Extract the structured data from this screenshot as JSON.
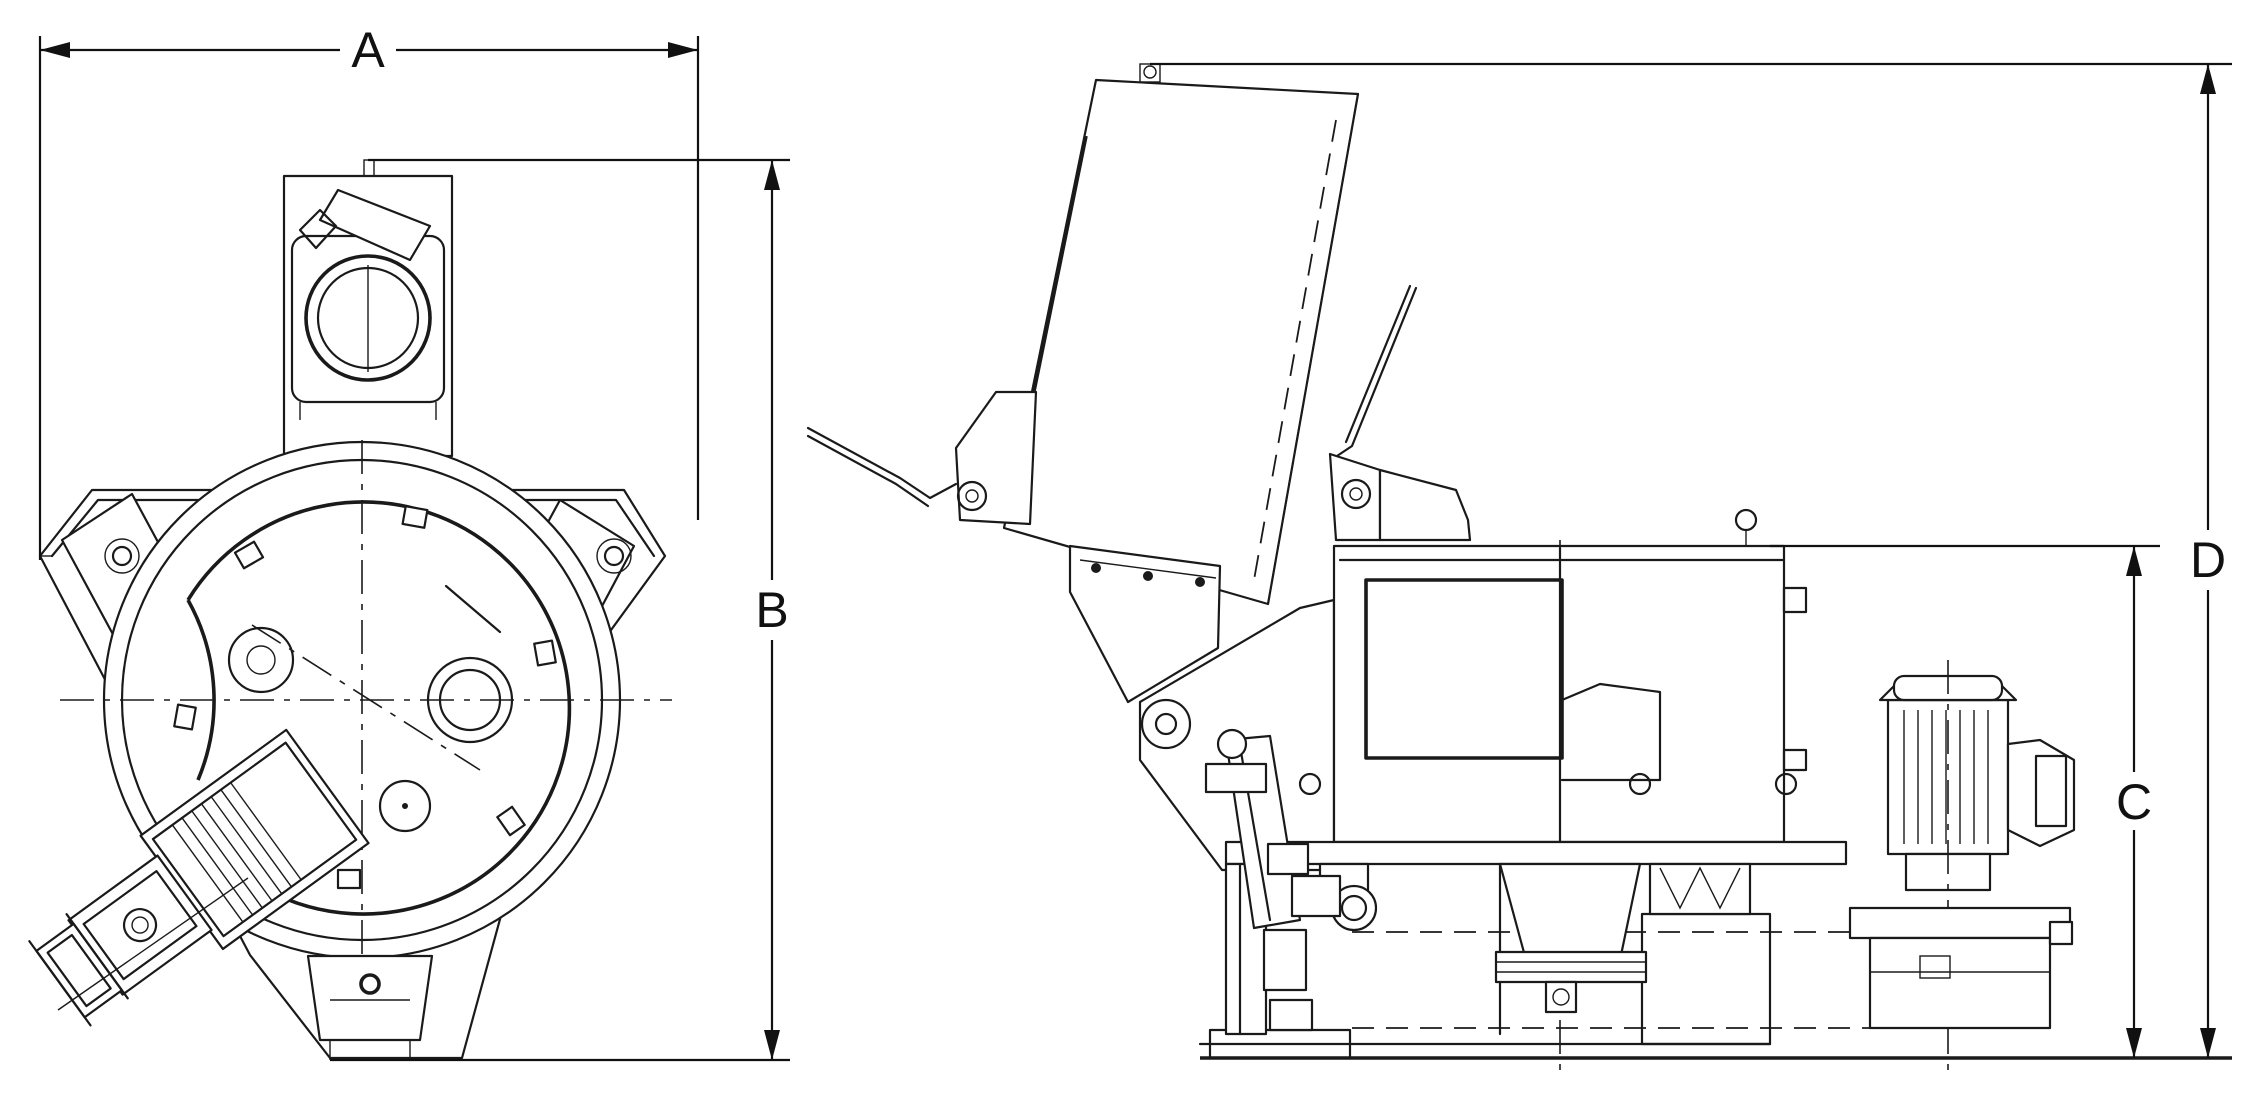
{
  "drawing": {
    "dimension_labels": {
      "A": "A",
      "B": "B",
      "C": "C",
      "D": "D"
    },
    "views": [
      "top-view",
      "side-view"
    ]
  }
}
